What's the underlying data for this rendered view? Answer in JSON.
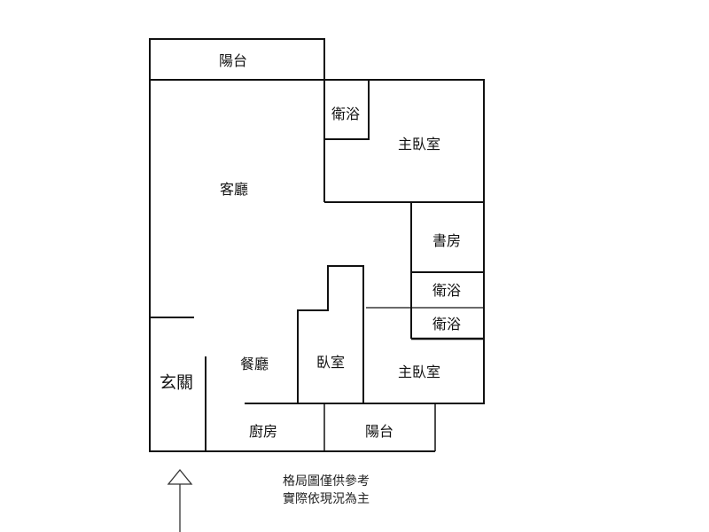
{
  "rooms": {
    "balcony_top": "陽台",
    "bath_top": "衛浴",
    "master_bedroom_top": "主臥室",
    "living_room": "客廳",
    "study": "書房",
    "bath_mid1": "衛浴",
    "bath_mid2": "衛浴",
    "dining_room": "餐廳",
    "bedroom": "臥室",
    "master_bedroom_bottom": "主臥室",
    "entrance": "玄關",
    "kitchen": "廚房",
    "balcony_bottom": "陽台"
  },
  "note": {
    "line1": "格局圖僅供參考",
    "line2": "實際依現況為主"
  }
}
